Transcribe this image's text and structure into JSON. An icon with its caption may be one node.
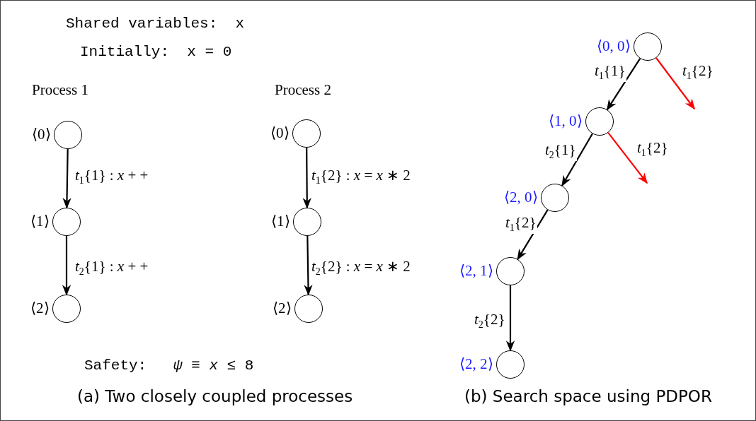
{
  "diagram": {
    "nodes": [
      {
        "text": [],
        "shape": "circle",
        "beside": [
          "⟨0⟩"
        ]
      },
      {
        "text": [],
        "shape": "circle",
        "beside": [
          "⟨1⟩"
        ]
      },
      {
        "text": [],
        "shape": "circle",
        "beside": [
          "⟨2⟩"
        ]
      },
      {
        "text": [],
        "shape": "circle",
        "beside": [
          "⟨0⟩"
        ]
      },
      {
        "text": [],
        "shape": "circle",
        "beside": [
          "⟨1⟩"
        ]
      },
      {
        "text": [],
        "shape": "circle",
        "beside": [
          "⟨2⟩"
        ]
      },
      {
        "text": [],
        "shape": "circle",
        "beside": [
          "⟨0, 0⟩"
        ]
      },
      {
        "text": [],
        "shape": "circle",
        "beside": [
          "⟨1, 0⟩"
        ]
      },
      {
        "text": [],
        "shape": "circle",
        "beside": [
          "⟨2, 0⟩"
        ]
      },
      {
        "text": [],
        "shape": "circle",
        "beside": [
          "⟨2, 1⟩"
        ]
      },
      {
        "text": [],
        "shape": "circle",
        "beside": [
          "⟨2, 2⟩"
        ]
      }
    ],
    "edges": [
      {
        "from": 0,
        "to": 1,
        "arrow": "to",
        "label": "*t*$_{1}${1} : *x* + +"
      },
      {
        "from": 1,
        "to": 2,
        "arrow": "to",
        "label": "*t*$_{2}${1} : *x* + +"
      },
      {
        "from": 3,
        "to": 4,
        "arrow": "to",
        "label": "*t*$_{1}${2} : *x* = *x* ∗ 2"
      },
      {
        "from": 4,
        "to": 5,
        "arrow": "to",
        "label": "*t*$_{2}${2} : *x* = *x* ∗ 2"
      },
      {
        "from": 6,
        "to": 7,
        "arrow": "to",
        "label": "*t*$_{1}${1}"
      },
      {
        "from": 6,
        "to": null,
        "arrow": "to",
        "label": "*t*$_{1}${2}",
        "color": "#ff0000"
      },
      {
        "from": 7,
        "to": 8,
        "arrow": "to",
        "label": "*t*$_{2}${1}"
      },
      {
        "from": 7,
        "to": null,
        "arrow": "to",
        "label": "*t*$_{1}${2}",
        "color": "#ff0000"
      },
      {
        "from": 8,
        "to": 9,
        "arrow": "to",
        "label": "*t*$_{1}${2}"
      },
      {
        "from": 9,
        "to": 10,
        "arrow": "to",
        "label": "*t*$_{2}${2}"
      }
    ],
    "labels": [
      "Shared variables:  x",
      "Initially:  x = 0",
      "Process 1",
      "Process 2",
      "Safety:   *ψ* ≡ *x* ≤ 8",
      "(a) Two closely coupled processes",
      "(b) Search space using PDPOR"
    ]
  }
}
